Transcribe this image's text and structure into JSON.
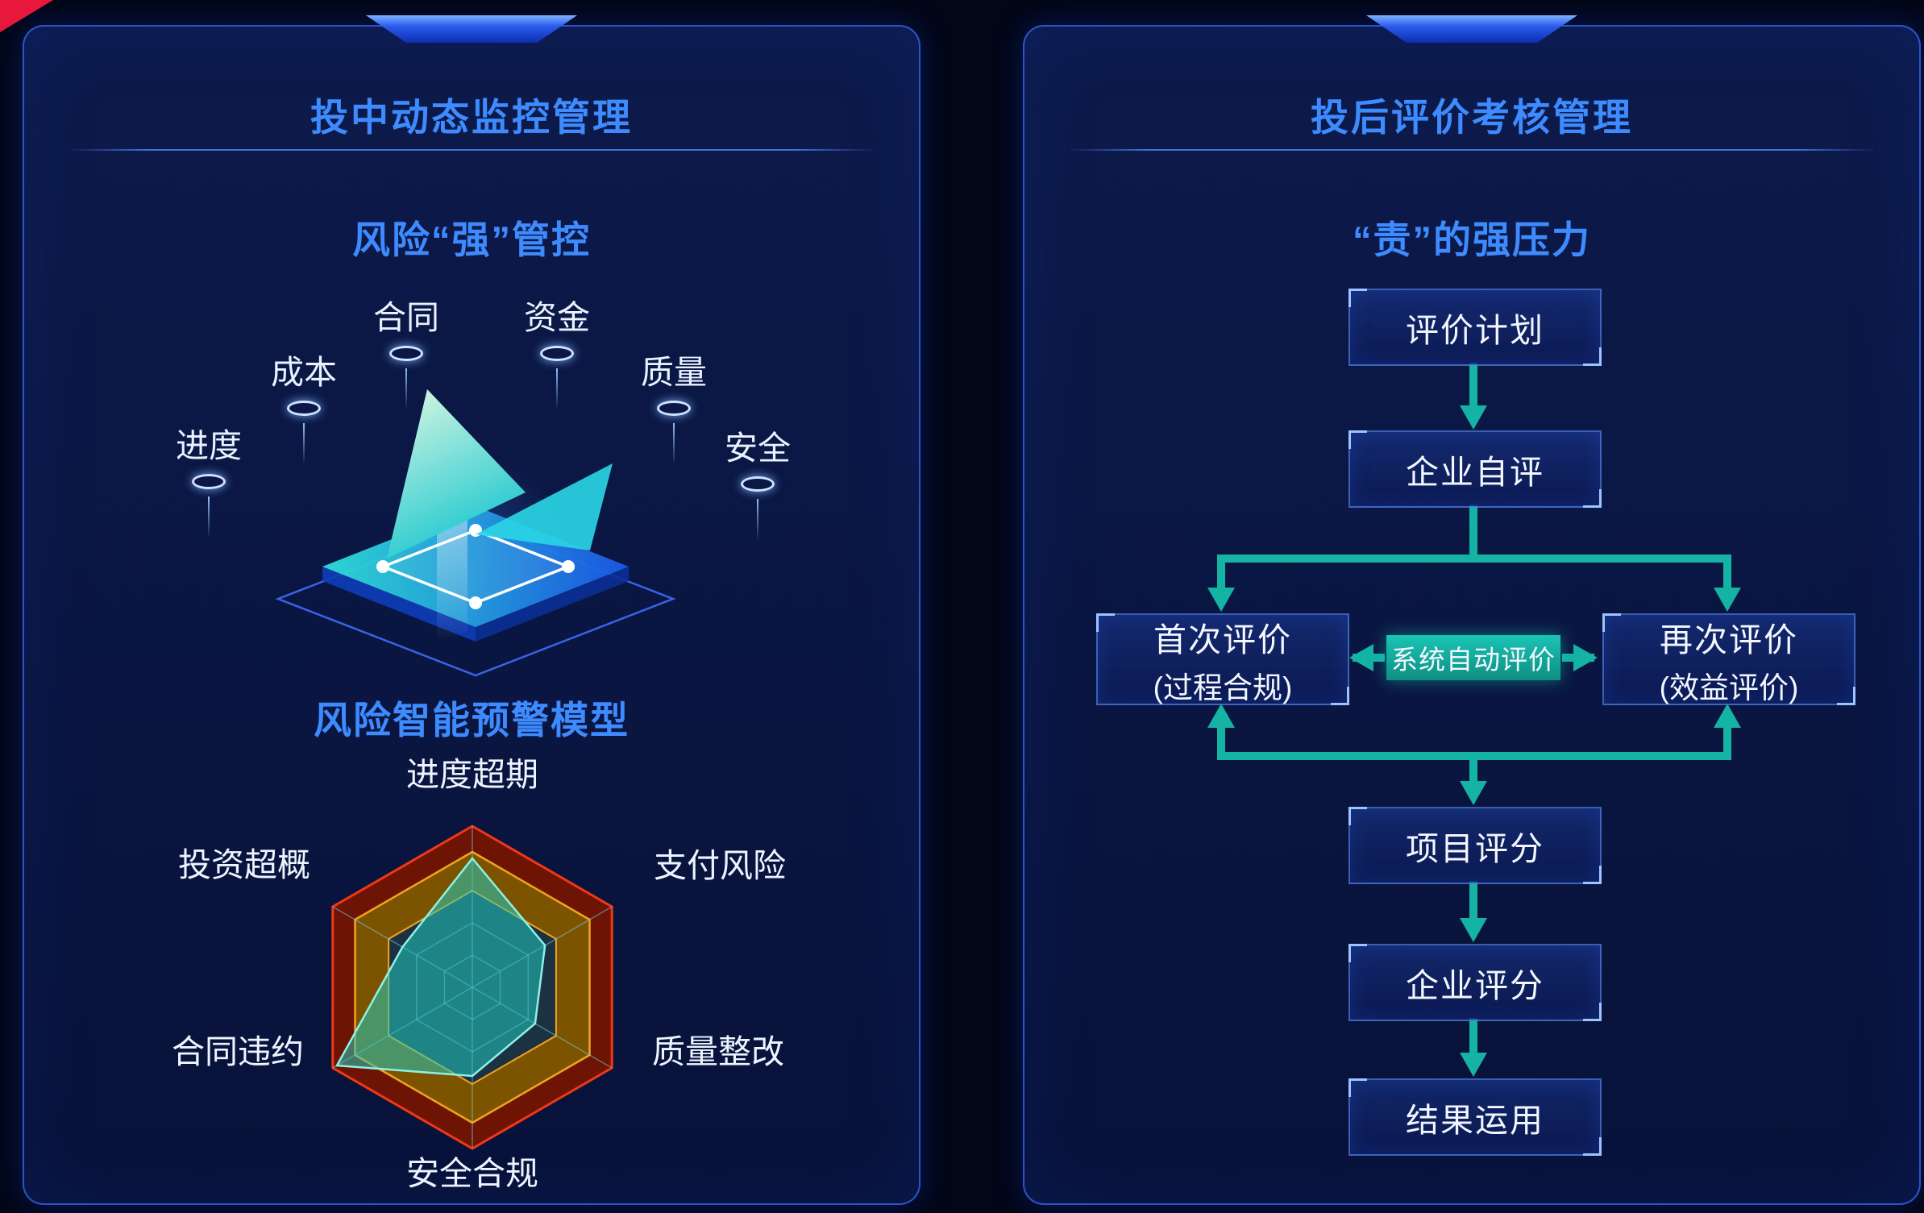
{
  "colors": {
    "background": "#020616",
    "panel_border": "#3460e0",
    "title_blue": "#3d8bff",
    "teal": "#14b3a4",
    "white": "#eef4ff",
    "corner_accent_red": "#e8183c"
  },
  "left_panel": {
    "title": "投中动态监控管理",
    "subtitle": "风险“强”管控",
    "monitor_labels": [
      "进度",
      "成本",
      "合同",
      "资金",
      "质量",
      "安全"
    ],
    "caption": "风险智能预警模型"
  },
  "chart_data": {
    "type": "radar",
    "title": "风险智能预警模型",
    "axes": [
      "进度超期",
      "支付风险",
      "质量整改",
      "安全合规",
      "合同违约",
      "投资超概"
    ],
    "values": [
      0.8,
      0.52,
      0.45,
      0.55,
      0.97,
      0.5
    ],
    "max": 1,
    "grid_levels": [
      0.2,
      0.4
    ],
    "legend": false,
    "style": {
      "outer_band": {
        "from": 0.84,
        "to": 1.0,
        "fill": "#6e1404",
        "stroke": "#f03716"
      },
      "mid_band": {
        "from": 0.6,
        "to": 0.84,
        "fill": "#7c5400",
        "stroke": "#f0a41e"
      },
      "inner_fill": "rgba(12,44,78,0.85)",
      "grid_stroke": "rgba(120,205,225,0.5)",
      "series_fill": "rgba(34,200,190,0.55)",
      "series_stroke": "#8df2e6"
    }
  },
  "right_panel": {
    "title": "投后评价考核管理",
    "subtitle": "“责”的强压力",
    "flow": {
      "plan": "评价计划",
      "self_eval": "企业自评",
      "first_eval": "首次评价",
      "first_eval_sub": "(过程合规)",
      "auto_eval": "系统自动评价",
      "second_eval": "再次评价",
      "second_eval_sub": "(效益评价)",
      "project_score": "项目评分",
      "enterprise_score": "企业评分",
      "result_use": "结果运用"
    }
  }
}
